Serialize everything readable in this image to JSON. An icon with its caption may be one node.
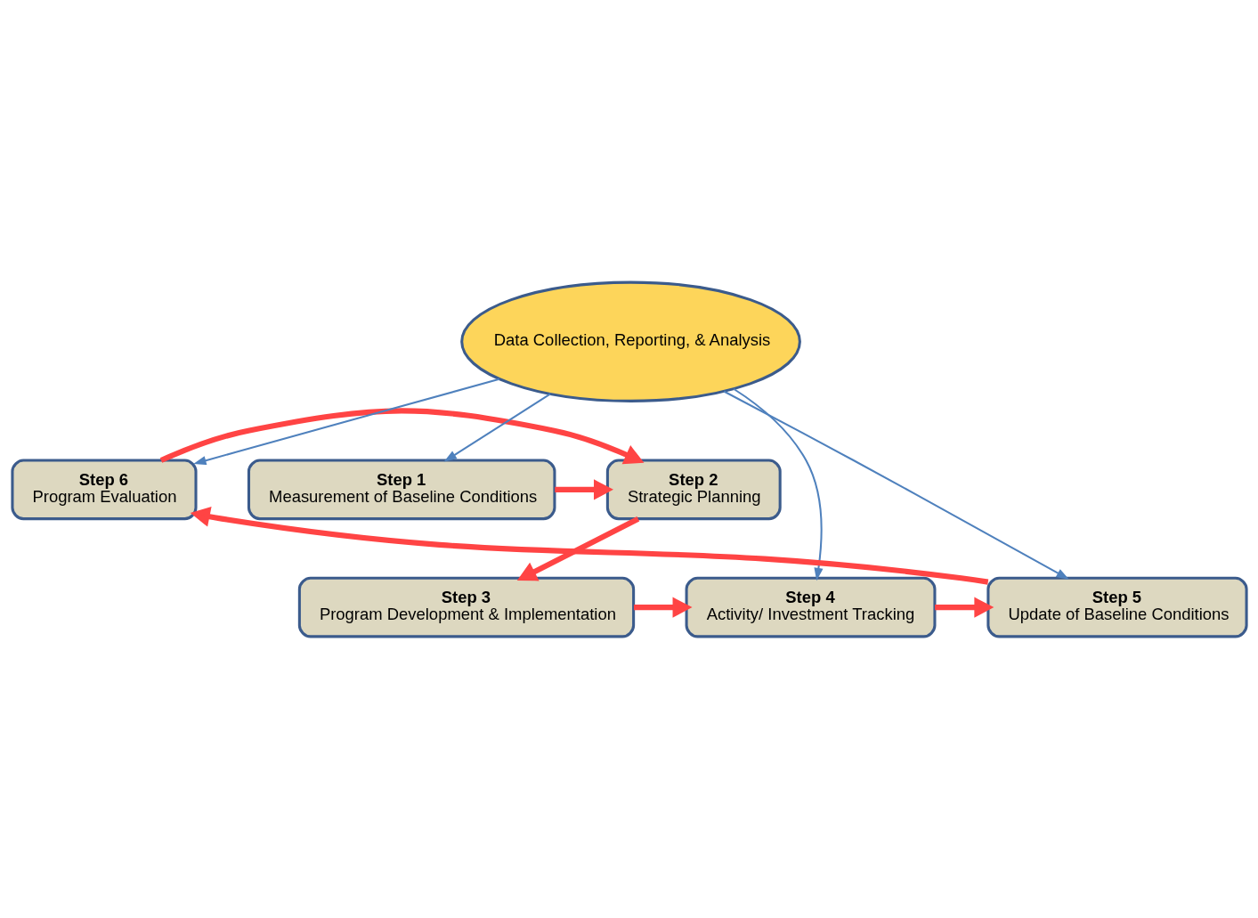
{
  "diagram": {
    "nodes": [
      {
        "text": [
          "Step 1",
          "Measurement of Baseline Conditions"
        ]
      },
      {
        "text": [
          "Step 2",
          "Strategic Planning"
        ]
      },
      {
        "text": [
          "Step 6",
          "Program Evaluation"
        ]
      },
      {
        "text": [
          "Data Collection, Reporting, & Analysis"
        ]
      },
      {
        "text": [
          "Step 3",
          "Program Development & Implementation"
        ]
      },
      {
        "text": [
          "Step 4",
          "Activity/ Investment Tracking"
        ]
      },
      {
        "text": [
          "Step 5",
          "Update of Baseline Conditions"
        ]
      }
    ],
    "edges": [
      {
        "from": 0,
        "to": 1,
        "arrow": "to"
      },
      {
        "from": 2,
        "to": 1,
        "arrow": "to"
      },
      {
        "from": 1,
        "to": 4,
        "arrow": "to"
      },
      {
        "from": 4,
        "to": 5,
        "arrow": "to"
      },
      {
        "from": 5,
        "to": 6,
        "arrow": "to"
      },
      {
        "from": 6,
        "to": 2,
        "arrow": "to"
      },
      {
        "from": 3,
        "to": 0,
        "arrow": "to",
        "color": "#4f81bd"
      },
      {
        "from": 3,
        "to": 2,
        "arrow": "to",
        "color": "#4f81bd"
      },
      {
        "from": 3,
        "to": 6,
        "arrow": "to",
        "color": "#4f81bd"
      },
      {
        "from": 3,
        "to": 5,
        "arrow": "to",
        "color": "#4f81bd"
      }
    ]
  }
}
